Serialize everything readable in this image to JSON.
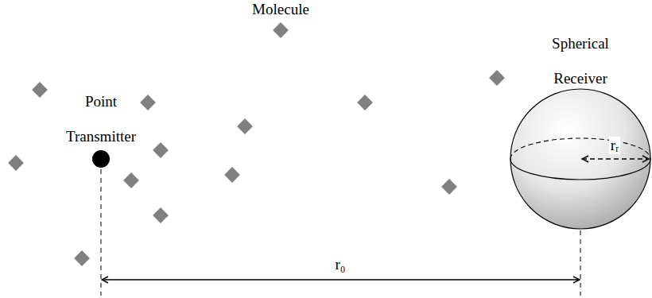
{
  "diagram": {
    "nodes": [
      {
        "text": [
          "Point Transmitter"
        ]
      },
      {
        "text": [
          "Spherical Receiver"
        ]
      }
    ],
    "labels": [
      "Molecule",
      "rᵣ",
      "r₀"
    ]
  }
}
